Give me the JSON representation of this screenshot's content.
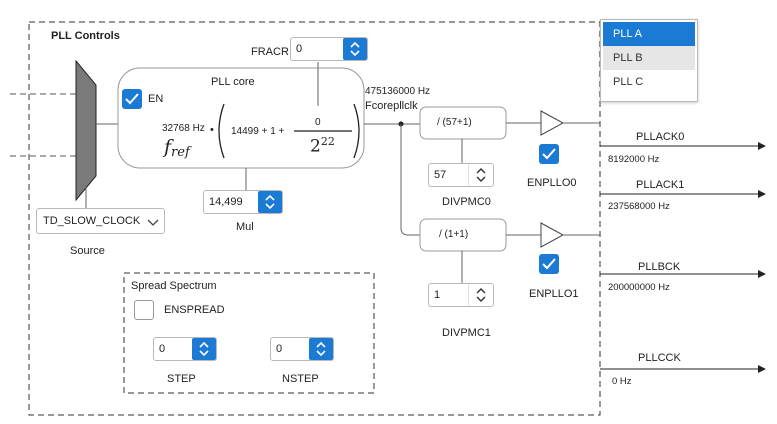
{
  "panel_title": "PLL Controls",
  "fracr": {
    "label": "FRACR",
    "value": "0"
  },
  "pll_core": {
    "title": "PLL core",
    "en_label": "EN",
    "ref_freq": "32768 Hz",
    "ref_symbol": "f",
    "ref_sub": "ref",
    "bullet": "•",
    "formula": "14499 + 1 +",
    "numerator": "0",
    "denominator": "2",
    "exponent": "22"
  },
  "mul": {
    "label": "Mul",
    "value": "14,499"
  },
  "source": {
    "label": "Source",
    "value": "TD_SLOW_CLOCK"
  },
  "fcore": {
    "freq": "475136000 Hz",
    "label": "Fcorepllclk"
  },
  "div0": {
    "text": "/ (57+1)",
    "value": "57",
    "label": "DIVPMC0"
  },
  "div1": {
    "text": "/ (1+1)",
    "value": "1",
    "label": "DIVPMC1"
  },
  "enpll0": {
    "label": "ENPLLO0"
  },
  "enpll1": {
    "label": "ENPLLO1"
  },
  "outputs": [
    {
      "name": "PLLACK0",
      "freq": "8192000 Hz"
    },
    {
      "name": "PLLACK1",
      "freq": "237568000 Hz"
    },
    {
      "name": "PLLBCK",
      "freq": "200000000 Hz"
    },
    {
      "name": "PLLCCK",
      "freq": "0 Hz"
    }
  ],
  "pll_list": {
    "items": [
      "PLL A",
      "PLL B",
      "PLL C"
    ],
    "selected": "PLL A"
  },
  "spread": {
    "title": "Spread Spectrum",
    "en_label": "ENSPREAD",
    "step_label": "STEP",
    "step_value": "0",
    "nstep_label": "NSTEP",
    "nstep_value": "0"
  },
  "colors": {
    "accent": "#1a7ad4",
    "selected_bg": "#1a7ad4",
    "hover_bg": "#e6e6e6",
    "mux_fill": "#7a7a7a"
  }
}
